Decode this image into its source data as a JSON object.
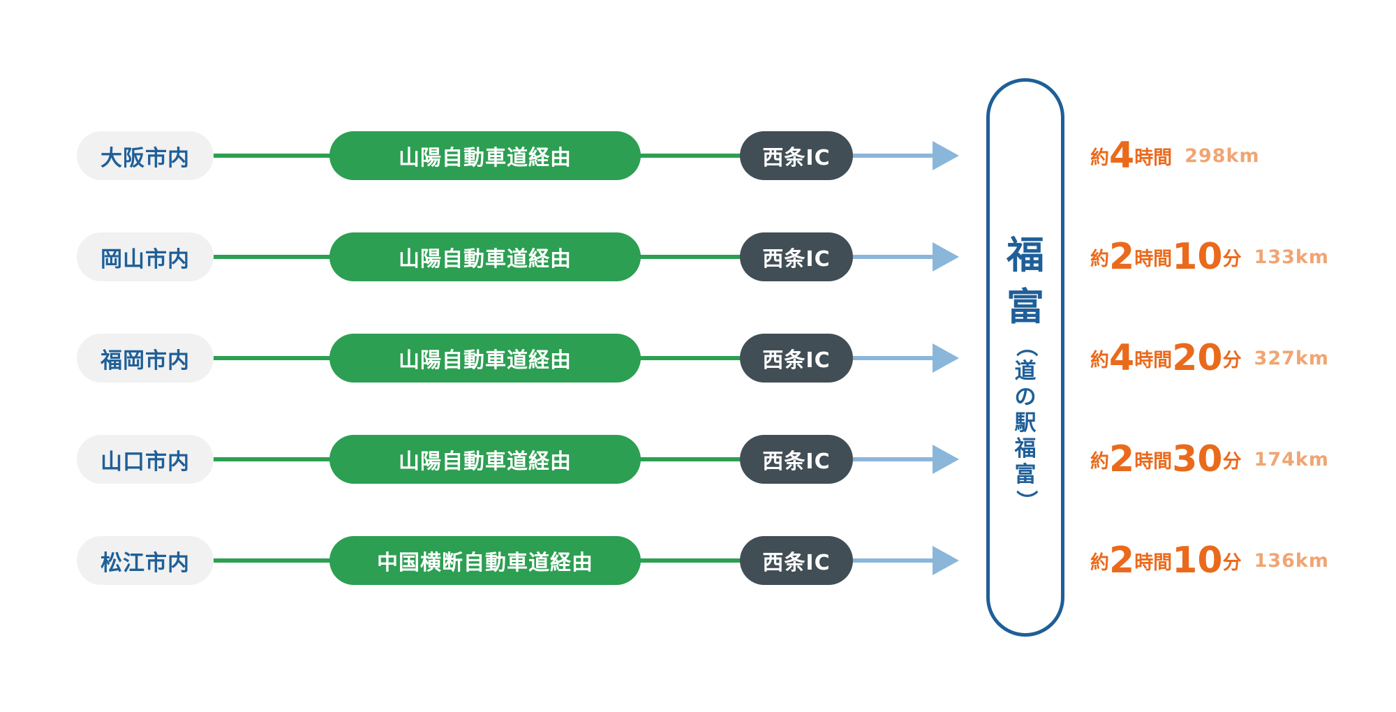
{
  "routes": [
    {
      "origin": "大阪市内",
      "via": "山陽自動車道経由",
      "ic": "西条IC",
      "approx": "約",
      "hours": "4",
      "hours_unit": "時間",
      "minutes": "",
      "minutes_unit": "",
      "distance": "298km"
    },
    {
      "origin": "岡山市内",
      "via": "山陽自動車道経由",
      "ic": "西条IC",
      "approx": "約",
      "hours": "2",
      "hours_unit": "時間",
      "minutes": "10",
      "minutes_unit": "分",
      "distance": "133km"
    },
    {
      "origin": "福岡市内",
      "via": "山陽自動車道経由",
      "ic": "西条IC",
      "approx": "約",
      "hours": "4",
      "hours_unit": "時間",
      "minutes": "20",
      "minutes_unit": "分",
      "distance": "327km"
    },
    {
      "origin": "山口市内",
      "via": "山陽自動車道経由",
      "ic": "西条IC",
      "approx": "約",
      "hours": "2",
      "hours_unit": "時間",
      "minutes": "30",
      "minutes_unit": "分",
      "distance": "174km"
    },
    {
      "origin": "松江市内",
      "via": "中国横断自動車道経由",
      "ic": "西条IC",
      "approx": "約",
      "hours": "2",
      "hours_unit": "時間",
      "minutes": "10",
      "minutes_unit": "分",
      "distance": "136km"
    }
  ],
  "destination": {
    "name_chars": [
      "福",
      "富"
    ],
    "sub_open": "（",
    "sub_chars": [
      "道",
      "の",
      "駅",
      "福",
      "富"
    ],
    "sub_close": "）"
  },
  "colors": {
    "origin_text": "#1f5f98",
    "route_green": "#2c9f52",
    "ic_dark": "#424e56",
    "arrow_blue": "#8ab6da",
    "time_orange": "#ea6a1c",
    "distance_orange": "#f0a572"
  }
}
